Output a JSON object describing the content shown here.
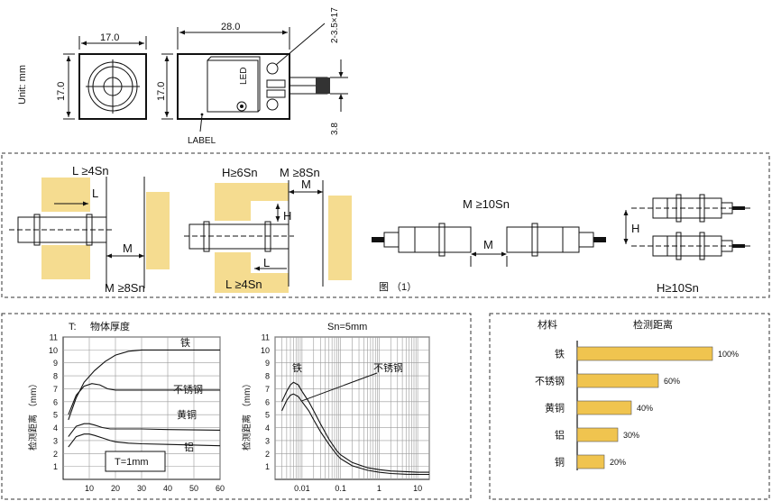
{
  "top": {
    "unit": "Unit: mm",
    "front_width": "17.0",
    "front_height": "17.0",
    "side_length": "28.0",
    "side_height": "17.0",
    "holes": "2-3.5×17",
    "led": "LED",
    "label": "LABEL",
    "depth": "3.8"
  },
  "install": {
    "a_L": "L ≥4Sn",
    "a_L_short": "L",
    "a_M": "M",
    "a_M_min": "M ≥8Sn",
    "b_H": "H≥6Sn",
    "b_M": "M ≥8Sn",
    "b_M_short": "M",
    "b_H_short": "H",
    "b_L_short": "L",
    "b_L": "L ≥4Sn",
    "c_M": "M ≥10Sn",
    "c_M_short": "M",
    "d_H_short": "H",
    "d_H": "H≥10Sn",
    "caption": "图 （1）"
  },
  "chart_data": [
    {
      "type": "line",
      "title": "物体厚度",
      "title_prefix": "T:",
      "ylabel": "检测距离 （mm）",
      "ylim": [
        0,
        11
      ],
      "xlim": [
        0,
        60
      ],
      "x_ticks": [
        10,
        20,
        30,
        40,
        50,
        60
      ],
      "y_ticks": [
        1,
        2,
        3,
        4,
        5,
        6,
        7,
        8,
        9,
        10,
        11
      ],
      "annotation": "T=1mm",
      "series": [
        {
          "name": "铁",
          "x": [
            2,
            5,
            8,
            12,
            16,
            20,
            25,
            30,
            40,
            50,
            60
          ],
          "y": [
            4.6,
            6.3,
            7.5,
            8.4,
            9.1,
            9.6,
            9.9,
            10.0,
            10.0,
            10.0,
            10.0
          ]
        },
        {
          "name": "不锈钢",
          "x": [
            2,
            5,
            8,
            11,
            14,
            17,
            20,
            25,
            30,
            40,
            60
          ],
          "y": [
            5.0,
            6.5,
            7.2,
            7.4,
            7.3,
            7.0,
            6.9,
            6.9,
            6.9,
            6.9,
            6.9
          ]
        },
        {
          "name": "黄铜",
          "x": [
            2,
            5,
            8,
            10,
            12,
            15,
            18,
            20,
            25,
            30,
            40,
            60
          ],
          "y": [
            3.3,
            4.1,
            4.3,
            4.3,
            4.2,
            4.0,
            3.9,
            3.9,
            3.9,
            3.9,
            3.85,
            3.8
          ]
        },
        {
          "name": "铝",
          "x": [
            2,
            5,
            8,
            10,
            12,
            15,
            18,
            20,
            25,
            30,
            40,
            60
          ],
          "y": [
            2.5,
            3.3,
            3.5,
            3.5,
            3.4,
            3.2,
            3.0,
            2.9,
            2.8,
            2.75,
            2.7,
            2.6
          ]
        }
      ]
    },
    {
      "type": "line",
      "title": "Sn=5mm",
      "ylabel": "检测距离 （mm）",
      "ylim": [
        0,
        11
      ],
      "xscale": "log",
      "xlim": [
        0.002,
        20
      ],
      "x_tick_labels": [
        "0.01",
        "0.1",
        "1",
        "10"
      ],
      "x_ticks": [
        0.01,
        0.1,
        1,
        10
      ],
      "y_ticks": [
        1,
        2,
        3,
        4,
        5,
        6,
        7,
        8,
        9,
        10,
        11
      ],
      "series": [
        {
          "name": "铁",
          "x": [
            0.003,
            0.004,
            0.005,
            0.006,
            0.008,
            0.01,
            0.015,
            0.02,
            0.03,
            0.05,
            0.08,
            0.1,
            0.2,
            0.5,
            1,
            2,
            5,
            10,
            20
          ],
          "y": [
            6.0,
            6.8,
            7.3,
            7.5,
            7.3,
            6.8,
            6.0,
            5.3,
            4.3,
            3.1,
            2.2,
            1.9,
            1.3,
            0.9,
            0.75,
            0.65,
            0.6,
            0.55,
            0.55
          ]
        },
        {
          "name": "不锈钢",
          "x": [
            0.003,
            0.004,
            0.005,
            0.006,
            0.008,
            0.01,
            0.015,
            0.02,
            0.03,
            0.05,
            0.08,
            0.1,
            0.2,
            0.5,
            1,
            2,
            5,
            10,
            20
          ],
          "y": [
            5.3,
            6.1,
            6.5,
            6.6,
            6.4,
            6.0,
            5.3,
            4.6,
            3.7,
            2.7,
            1.9,
            1.6,
            1.05,
            0.7,
            0.55,
            0.45,
            0.4,
            0.38,
            0.38
          ]
        }
      ]
    },
    {
      "type": "bar",
      "title": "检测距离",
      "category_header": "材料",
      "categories": [
        "铁",
        "不锈钢",
        "黄铜",
        "铝",
        "铜"
      ],
      "values": [
        100,
        60,
        40,
        30,
        20
      ],
      "value_labels": [
        "100%",
        "60%",
        "40%",
        "30%",
        "20%"
      ]
    }
  ]
}
